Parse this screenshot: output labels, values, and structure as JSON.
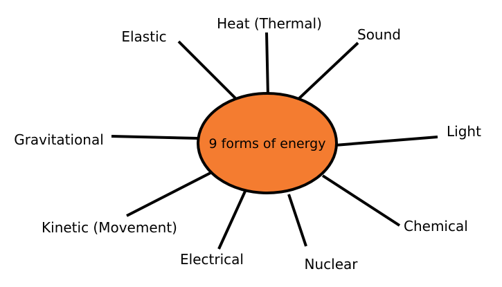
{
  "diagram": {
    "center": {
      "label": "9 forms of energy",
      "fill_color": "#f47c30",
      "stroke_color": "#000000"
    },
    "forms": [
      {
        "label": "Heat (Thermal)"
      },
      {
        "label": "Sound"
      },
      {
        "label": "Light"
      },
      {
        "label": "Chemical"
      },
      {
        "label": "Nuclear"
      },
      {
        "label": "Electrical"
      },
      {
        "label": "Kinetic (Movement)"
      },
      {
        "label": "Gravitational"
      },
      {
        "label": "Elastic"
      }
    ]
  }
}
